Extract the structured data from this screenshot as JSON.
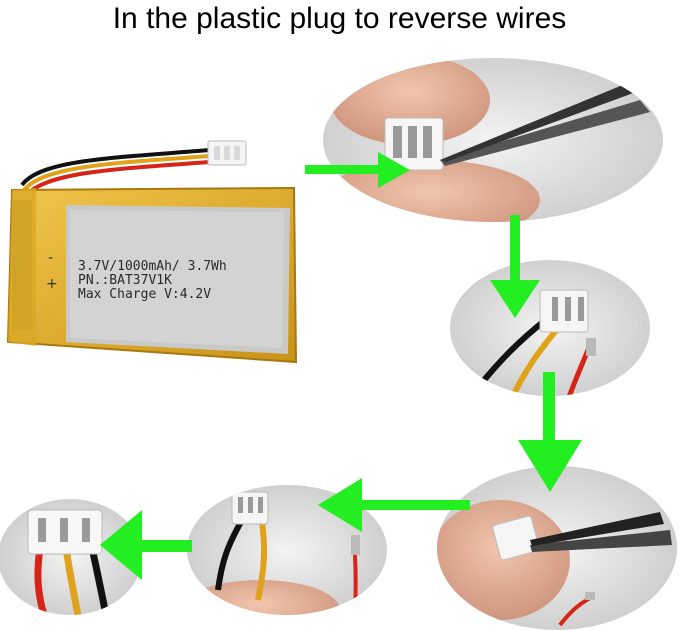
{
  "title": "In the plastic plug to reverse wires",
  "battery": {
    "label_lines": [
      "3.7V/1000mAh/ 3.7Wh",
      "PN.:BAT37V1K",
      "Max Charge V:4.2V"
    ],
    "minus_sign": "-",
    "plus_sign": "+"
  },
  "colors": {
    "arrow": "#22ee22",
    "battery_yellow": "#e0b22c",
    "label_grey": "#c9c9c9",
    "wire_red": "#d62418",
    "wire_yellow": "#e0a21a",
    "wire_black": "#111111"
  },
  "icons": [
    "battery-icon",
    "connector-icon",
    "tweezers-icon",
    "arrow-icon"
  ]
}
